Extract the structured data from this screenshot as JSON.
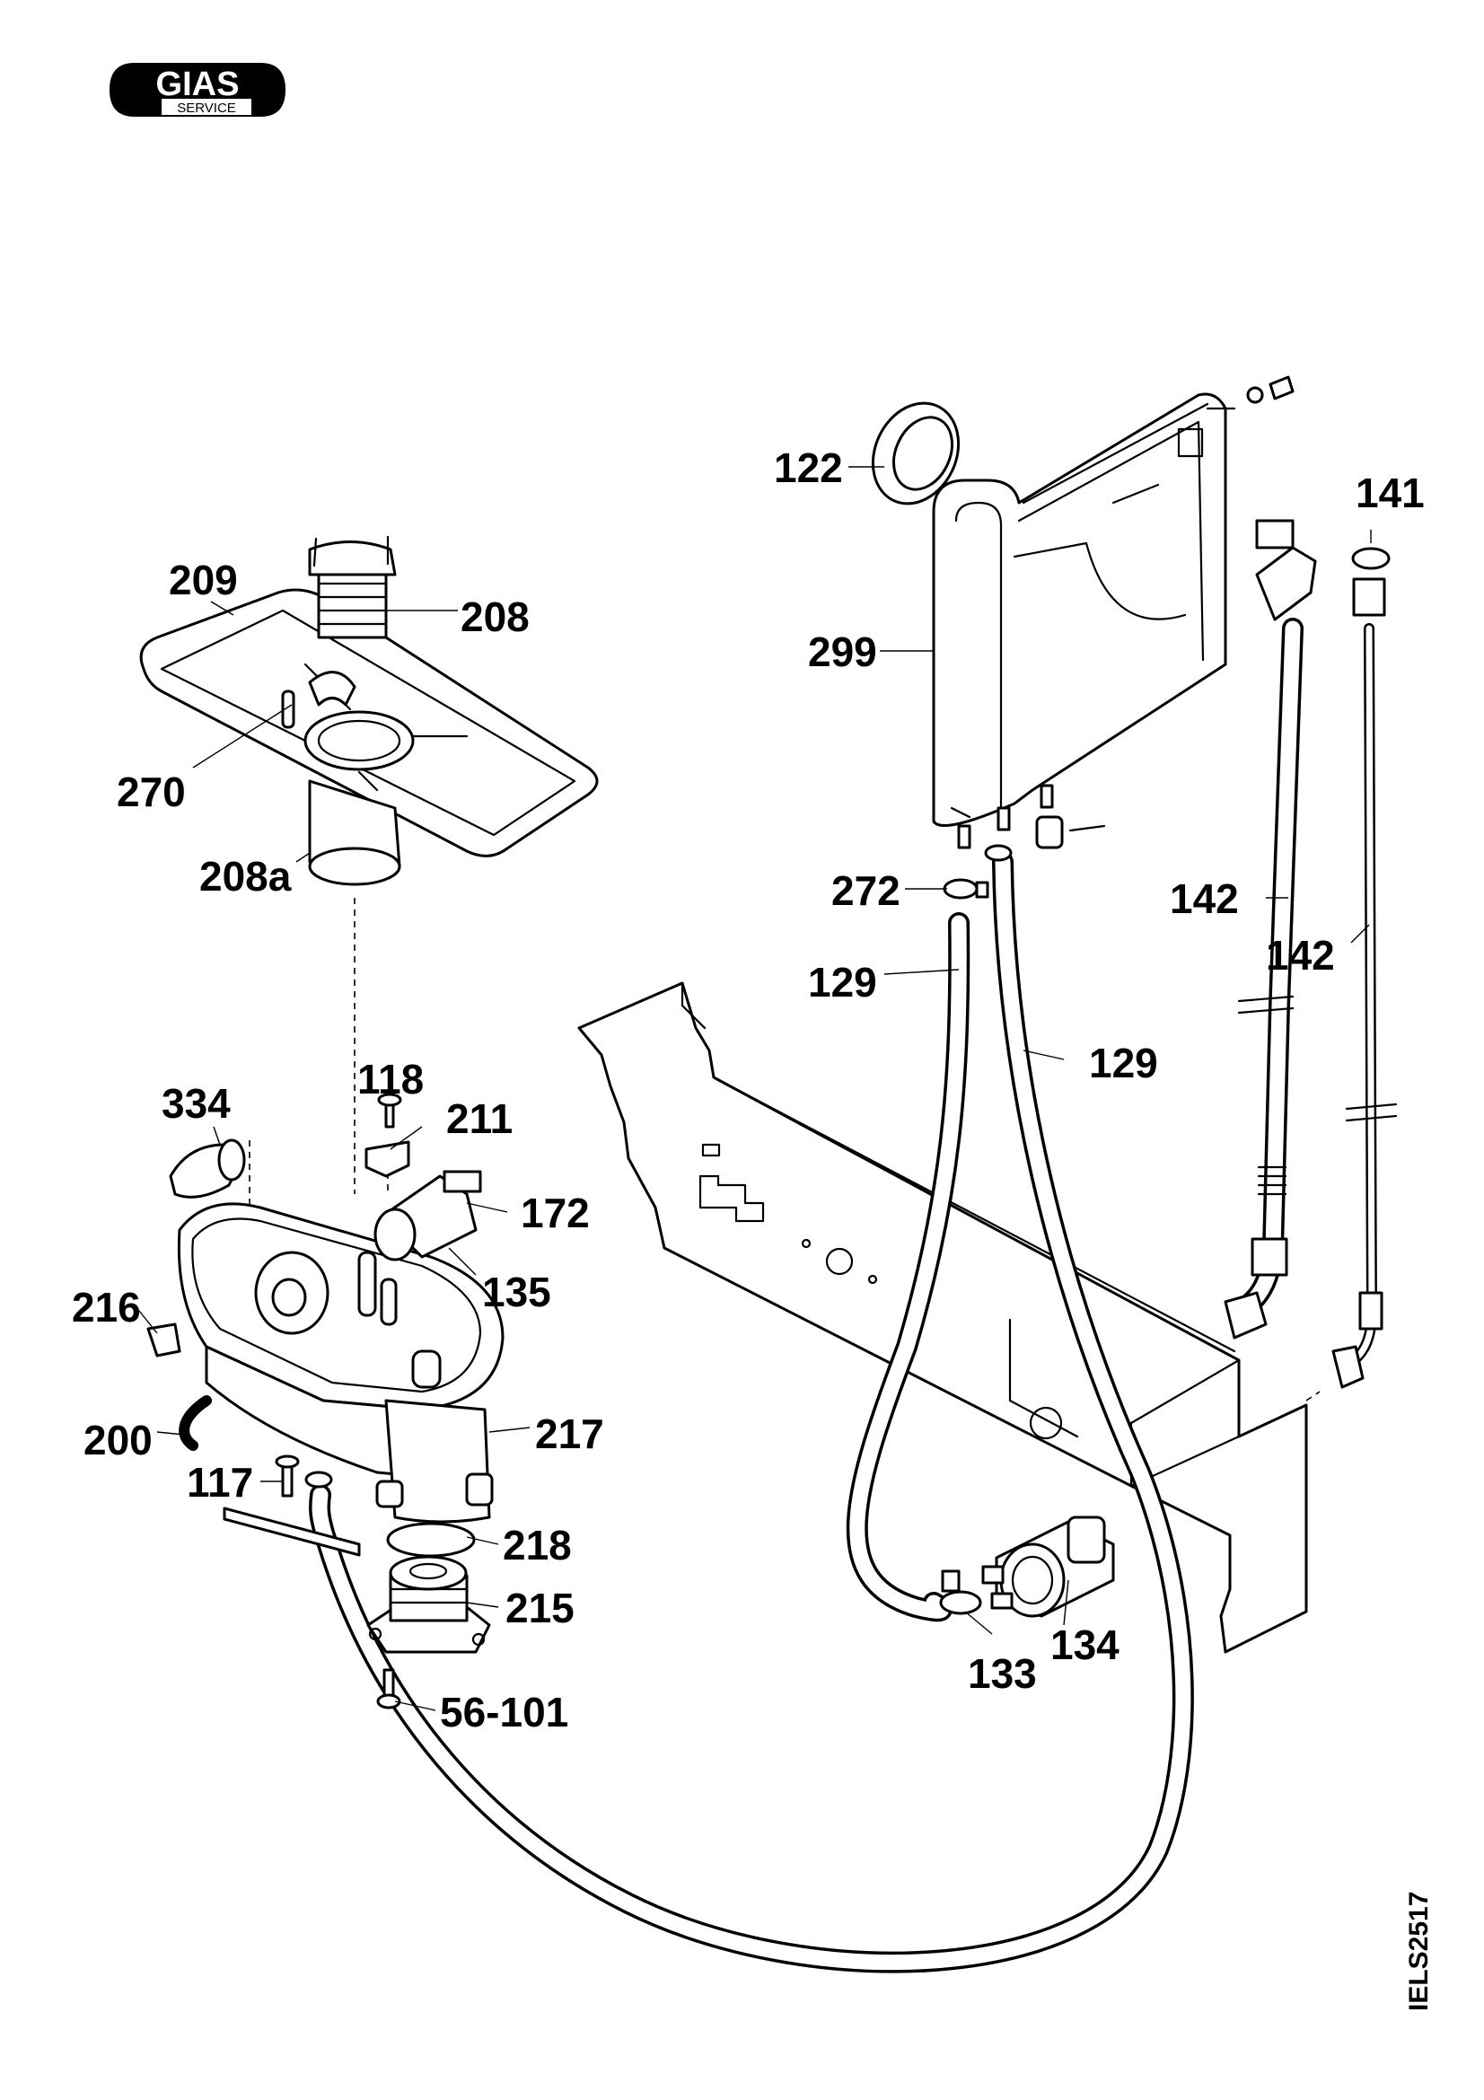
{
  "logo": {
    "brand": "GIAS",
    "subtitle": "SERVICE"
  },
  "drawing_code": "IELS2517",
  "labels": {
    "l122": "122",
    "l299": "299",
    "l141": "141",
    "l142a": "142",
    "l142b": "142",
    "l209": "209",
    "l208": "208",
    "l270": "270",
    "l208a": "208a",
    "l272": "272",
    "l129a": "129",
    "l129b": "129",
    "l118": "118",
    "l334": "334",
    "l211": "211",
    "l172": "172",
    "l135": "135",
    "l216": "216",
    "l200": "200",
    "l217": "217",
    "l117": "117",
    "l218": "218",
    "l215": "215",
    "l56101": "56-101",
    "l134": "134",
    "l133": "133"
  }
}
